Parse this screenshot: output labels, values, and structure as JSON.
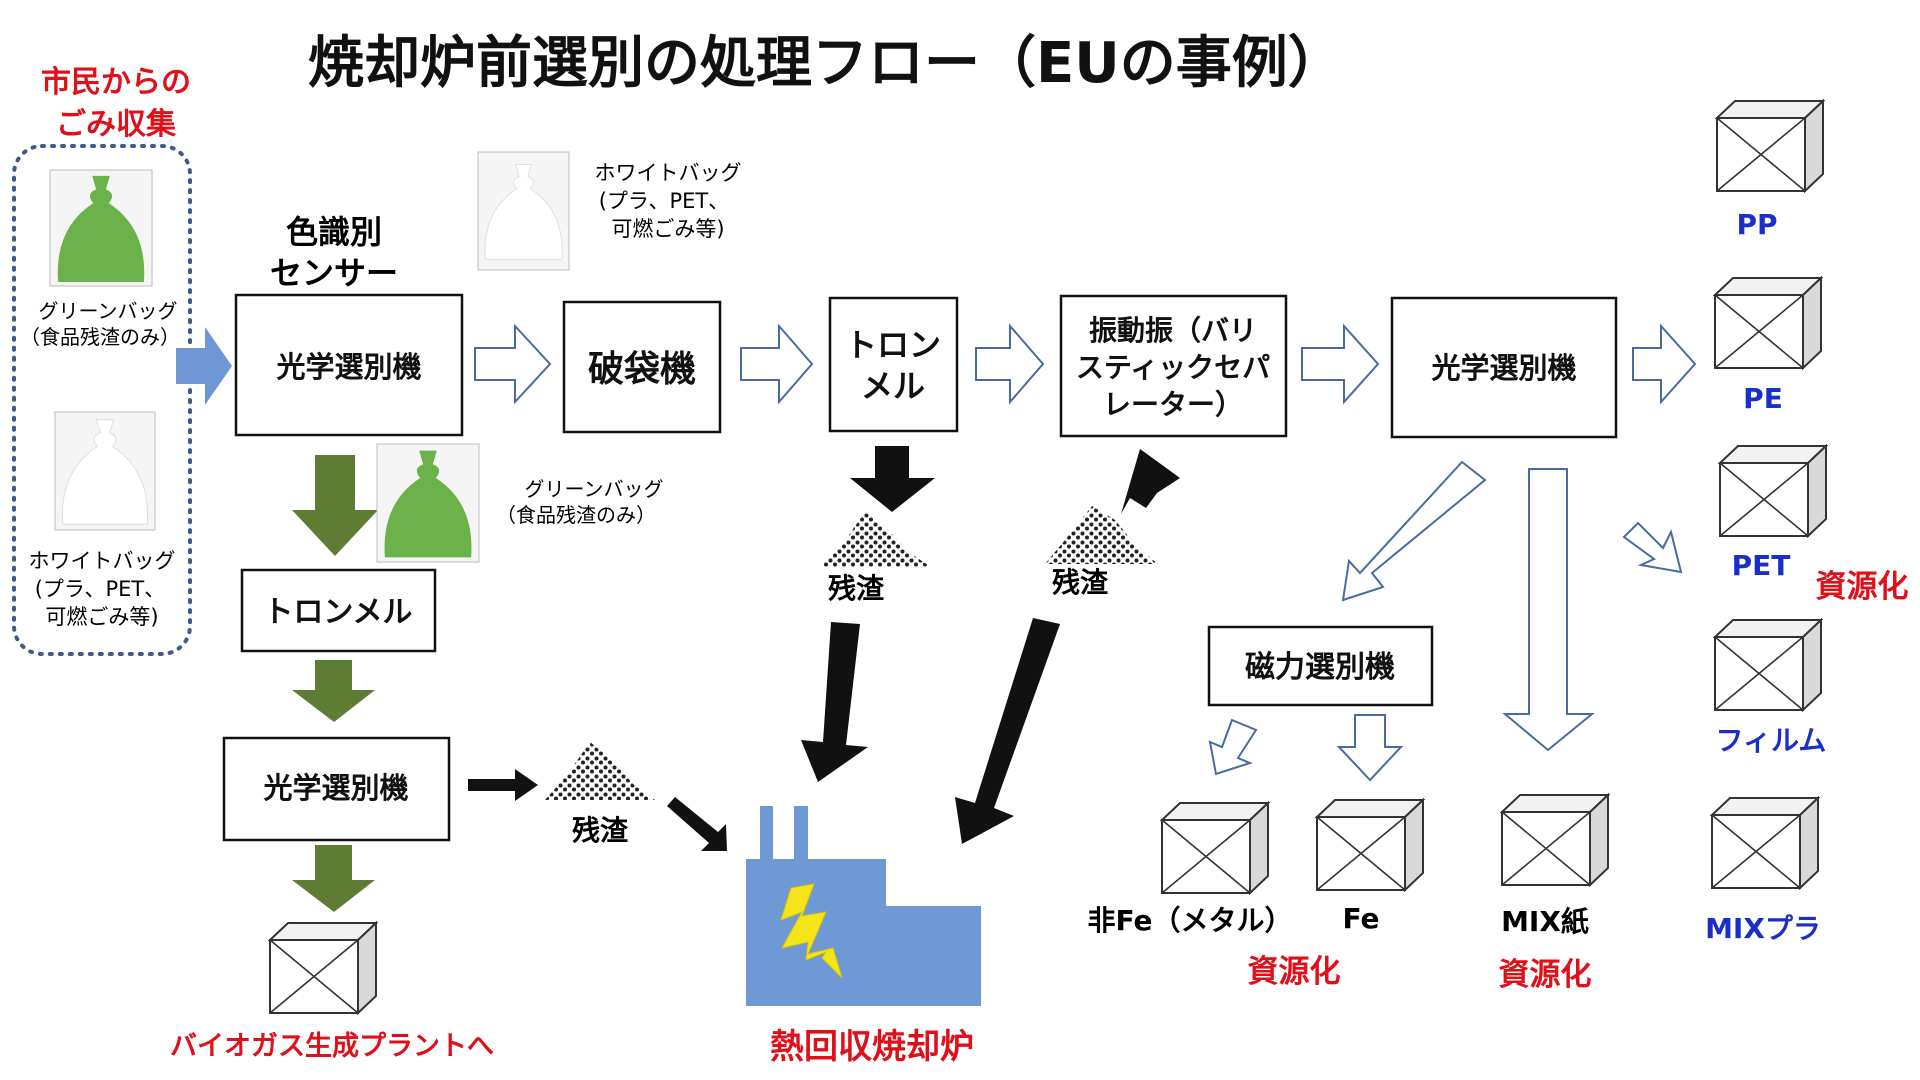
{
  "title": "焼却炉前選別の処理フロー（EUの事例）",
  "colors": {
    "red": "#e0101a",
    "blue": "#1a2fc9",
    "green_bag": "#6cb24a",
    "arrow_blue": "#6e97d3",
    "arrow_green": "#5e7c33",
    "furnace": "#6f99d4",
    "bolt": "#f4e419",
    "outline_arrow": "#4a6aa2"
  },
  "source": {
    "label_line1": "市民からの",
    "label_line2": "ごみ収集",
    "green_bag_line1": "グリーンバッグ",
    "green_bag_line2": "（食品残渣のみ）",
    "white_bag_line1": "ホワイトバッグ",
    "white_bag_line2": "(プラ、PET、",
    "white_bag_line3": "可燃ごみ等)"
  },
  "sensor_line1": "色識別",
  "sensor_line2": "センサー",
  "boxes": {
    "optical1": "光学選別機",
    "bag_breaker": "破袋機",
    "trommel1_line1": "トロン",
    "trommel1_line2": "メル",
    "vib_line1": "振動振（バリ",
    "vib_line2": "スティックセパ",
    "vib_line3": "レーター）",
    "optical3": "光学選別機",
    "trommel2": "トロンメル",
    "optical2": "光学選別機",
    "magnetic": "磁力選別機"
  },
  "white_bag_top": {
    "line1": "ホワイトバッグ",
    "line2": "(プラ、PET、",
    "line3": "可燃ごみ等)"
  },
  "green_bag_mid": {
    "line1": "グリーンバッグ",
    "line2": "（食品残渣のみ）"
  },
  "residue_label": "残渣",
  "biogas_label": "バイオガス生成プラントへ",
  "furnace_label": "熱回収焼却炉",
  "recycle_label": "資源化",
  "outputs": {
    "pp": "PP",
    "pe": "PE",
    "pet": "PET",
    "film": "フィルム",
    "mixpla": "MIXプラ",
    "nonfe": "非Fe（メタル）",
    "fe": "Fe",
    "mixpaper": "MIX紙"
  }
}
